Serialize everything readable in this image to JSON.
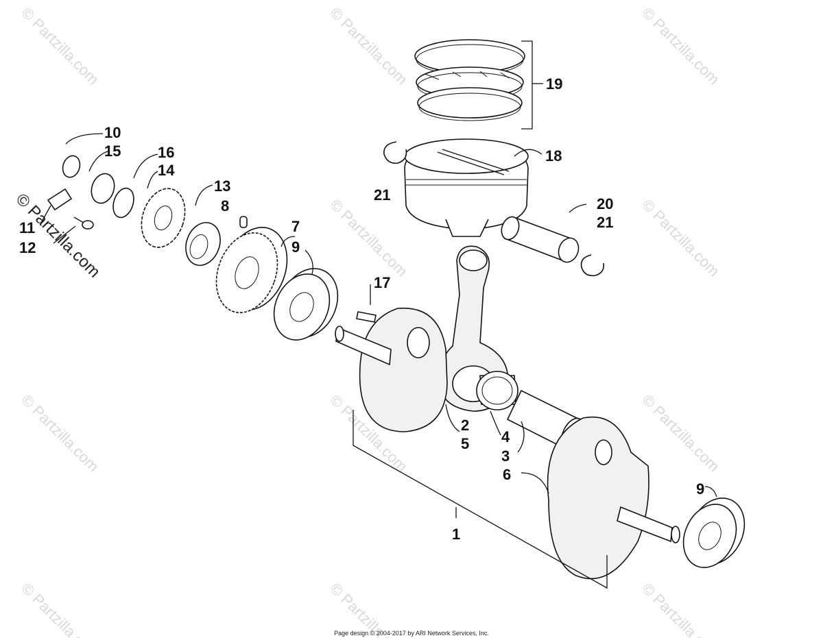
{
  "watermarks": {
    "faint_text": "© Partzilla.com",
    "strong_text": "© Partzilla.com"
  },
  "callouts": {
    "c1": "1",
    "c2": "2",
    "c3": "3",
    "c4": "4",
    "c5": "5",
    "c6": "6",
    "c7": "7",
    "c8": "8",
    "c9a": "9",
    "c9b": "9",
    "c10": "10",
    "c11": "11",
    "c12": "12",
    "c13": "13",
    "c14": "14",
    "c15": "15",
    "c16": "16",
    "c17": "17",
    "c18": "18",
    "c19": "19",
    "c20": "20",
    "c21a": "21",
    "c21b": "21"
  },
  "footer": {
    "credit": "Page design © 2004-2017 by ARI Network Services, Inc."
  }
}
